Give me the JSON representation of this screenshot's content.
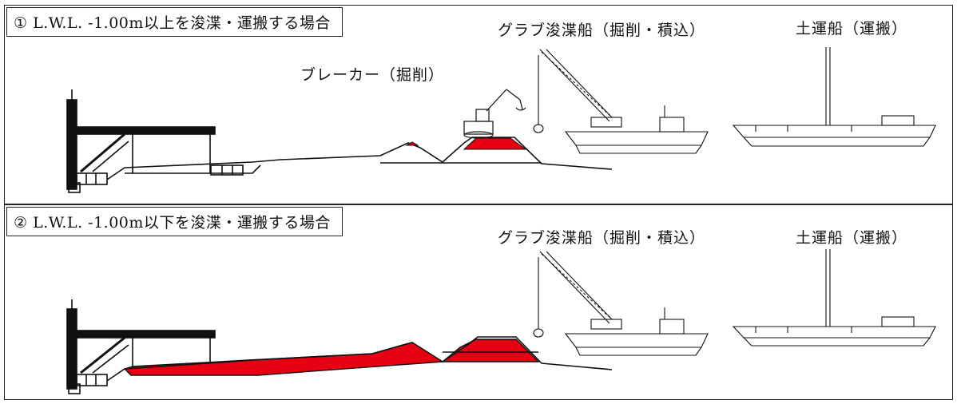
{
  "panel1": {
    "title": "① L.W.L. -1.00m以上を浚渫・運搬する場合",
    "labels": {
      "breaker": "ブレーカー（掘削）",
      "grab": "グラブ浚渫船（掘削・積込）",
      "barge": "土運船（運搬）"
    }
  },
  "panel2": {
    "title": "② L.W.L. -1.00m以下を浚渫・運搬する場合",
    "labels": {
      "grab": "グラブ浚渫船（掘削・積込）",
      "barge": "土運船（運搬）"
    }
  },
  "colors": {
    "dredge_area": "#e60012",
    "line": "#111111"
  }
}
